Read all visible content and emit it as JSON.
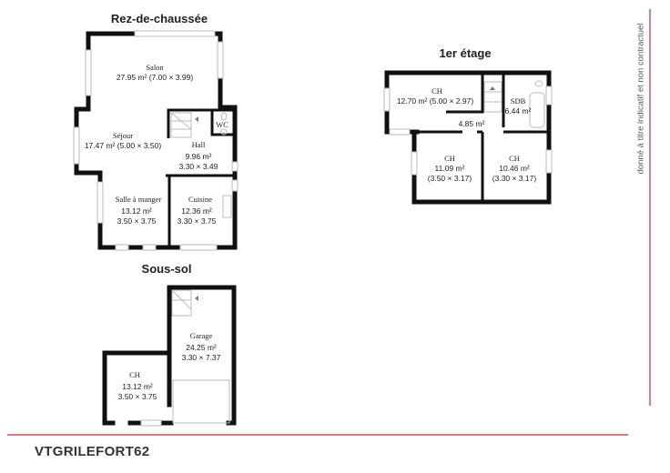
{
  "levels": {
    "rdc": {
      "title": "Rez-de-chaussée",
      "rooms": {
        "salon": {
          "name": "Salon",
          "area": "27.95 m² (7.00 × 3.99)"
        },
        "sejour": {
          "name": "Séjour",
          "area": "17.47 m² (5.00 × 3.50)"
        },
        "wc": {
          "name": "WC"
        },
        "hall": {
          "name": "Hall",
          "area": "9.96 m²",
          "dims": "3.30 × 3.49"
        },
        "salle": {
          "name": "Salle à manger",
          "area": "13.12 m²",
          "dims": "3.50 × 3.75"
        },
        "cuisine": {
          "name": "Cuisine",
          "area": "12.36 m²",
          "dims": "3.30 × 3.75"
        }
      }
    },
    "etage": {
      "title": "1er étage",
      "rooms": {
        "ch1": {
          "name": "CH",
          "area": "12.70 m² (5.00 × 2.97)"
        },
        "sdb": {
          "name": "SDB",
          "area": "6.44 m²"
        },
        "palier": {
          "area": "4.85 m²"
        },
        "ch2": {
          "name": "CH",
          "area": "11.09 m²",
          "dims": "(3.50 × 3.17)"
        },
        "ch3": {
          "name": "CH",
          "area": "10.46 m²",
          "dims": "(3.30 × 3.17)"
        }
      }
    },
    "sous_sol": {
      "title": "Sous-sol",
      "rooms": {
        "garage": {
          "name": "Garage",
          "area": "24.25 m²",
          "dims": "3.30 × 7.37"
        },
        "ch": {
          "name": "CH",
          "area": "13.12 m²",
          "dims": "3.50 × 3.75"
        }
      }
    }
  },
  "reference": "VTGRILEFORT62",
  "disclaimer": "donné à titre indicatif et non contractuel",
  "colors": {
    "accent_line": "#c8283c",
    "wall": "#111111"
  }
}
